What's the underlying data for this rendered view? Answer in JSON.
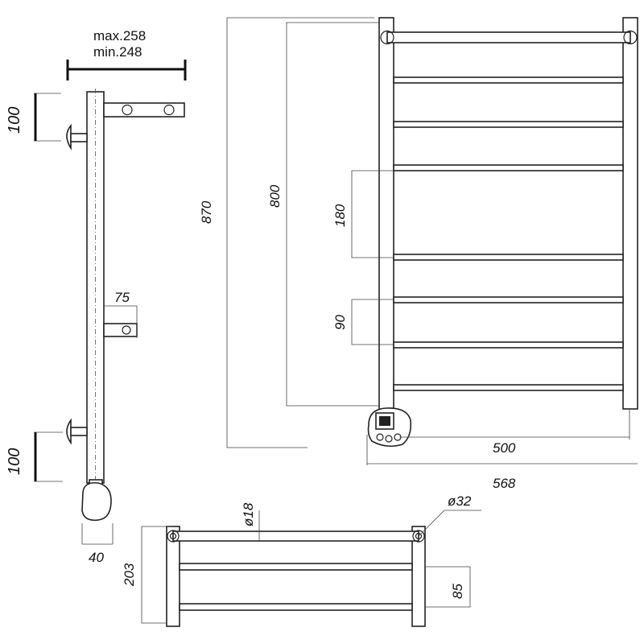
{
  "dimensions": {
    "max_depth": "max.258",
    "min_depth": "min.248",
    "top_mount_spacing": "100",
    "bottom_mount_spacing": "100",
    "wall_offset": "75",
    "heater_width": "40",
    "total_height": "870",
    "mount_height": "800",
    "rail_gap_large": "180",
    "rail_gap_small": "90",
    "inner_width": "500",
    "total_width": "568",
    "rail_diameter": "ø18",
    "riser_diameter": "ø32",
    "top_depth": "203",
    "shelf_spacing": "85"
  }
}
